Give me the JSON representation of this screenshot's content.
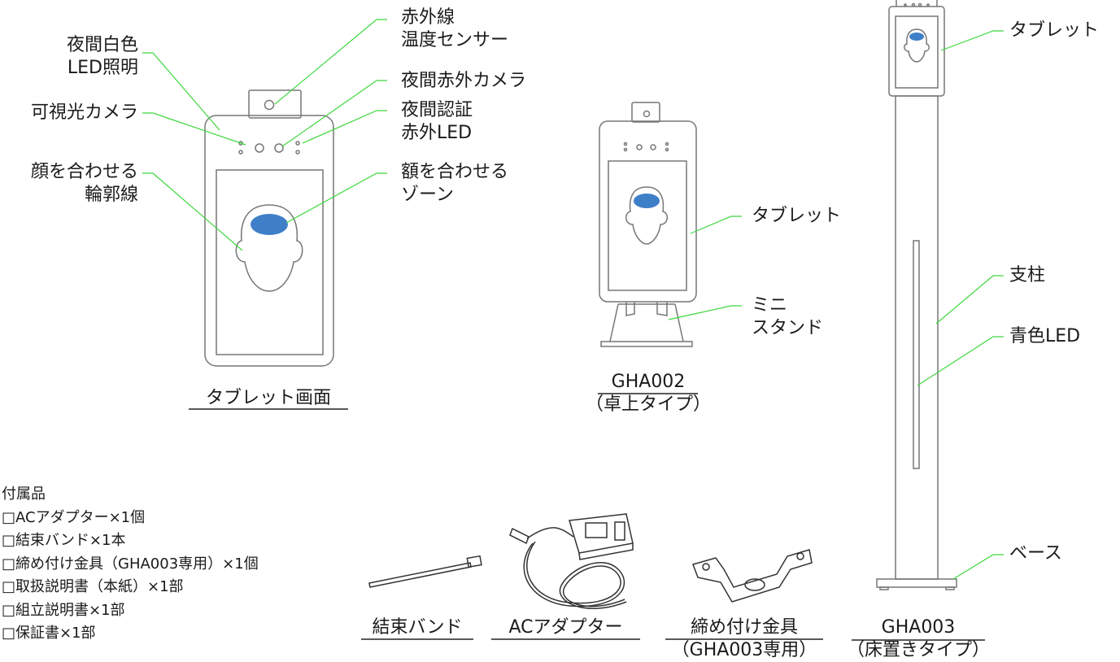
{
  "labels": {
    "night_white_led": [
      "夜間白色",
      "LED照明"
    ],
    "visible_camera": "可視光カメラ",
    "face_outline": [
      "顔を合わせる",
      "輪郭線"
    ],
    "ir_temp_sensor": [
      "赤外線",
      "温度センサー"
    ],
    "night_ir_camera": "夜間赤外カメラ",
    "night_auth_ir_led": [
      "夜間認証",
      "赤外LED"
    ],
    "forehead_zone": [
      "額を合わせる",
      "ゾーン"
    ],
    "tablet_screen_caption": "タブレット画面",
    "tablet_mid": "タブレット",
    "mini_stand": [
      "ミニ",
      "スタンド"
    ],
    "gha002": [
      "GHA002",
      "（卓上タイプ）"
    ],
    "tablet_right": "タブレット",
    "pillar": "支柱",
    "blue_led": "青色LED",
    "base": "ベース",
    "gha003": [
      "GHA003",
      "（床置きタイプ）"
    ]
  },
  "accessories": {
    "title": "付属品",
    "items": [
      "□ACアダプター×1個",
      "□結束バンド×1本",
      "□締め付け金具（GHA003専用）×1個",
      "□取扱説明書（本紙）×1部",
      "□組立説明書×1部",
      "□保証書×1部"
    ]
  },
  "parts": {
    "cable_tie": "結束バンド",
    "ac_adapter": "ACアダプター",
    "bracket": [
      "締め付け金具",
      "（GHA003専用）"
    ]
  },
  "colors": {
    "leader_line": "#3dd83d",
    "forehead_zone": "#3f7fc8",
    "outline": "#777777"
  }
}
